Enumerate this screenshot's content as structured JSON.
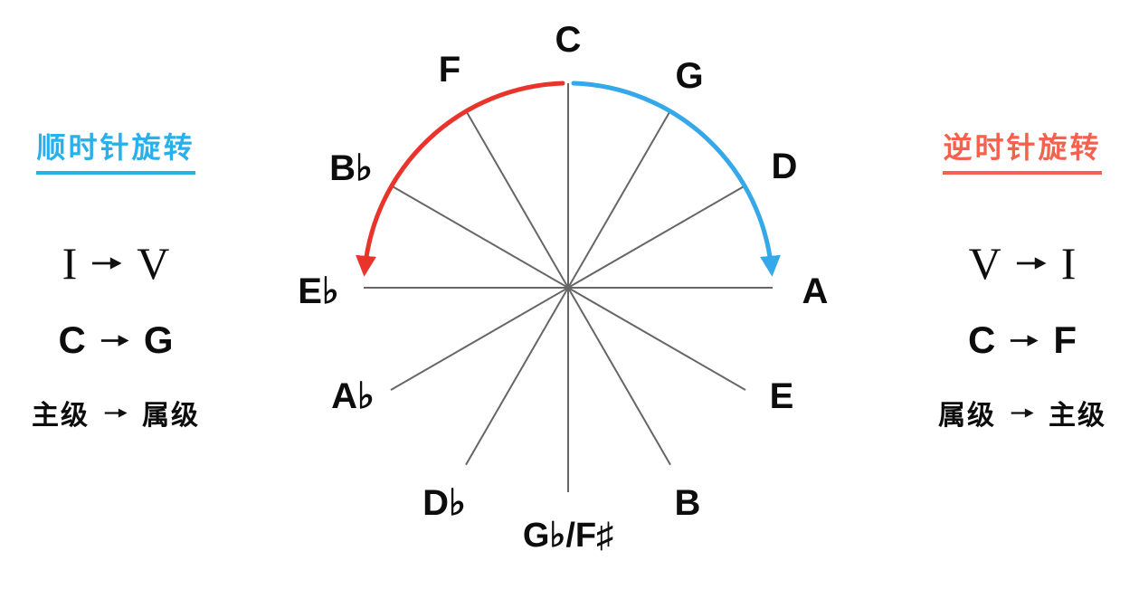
{
  "left_panel": {
    "heading": "顺时针旋转",
    "accent": "#29b0ea",
    "rows": [
      {
        "from": "I",
        "to": "V"
      },
      {
        "from": "C",
        "to": "G"
      },
      {
        "from": "主级",
        "to": "属级"
      }
    ]
  },
  "right_panel": {
    "heading": "逆时针旋转",
    "accent": "#f4614e",
    "rows": [
      {
        "from": "V",
        "to": "I"
      },
      {
        "from": "C",
        "to": "F"
      },
      {
        "from": "属级",
        "to": "主级"
      }
    ]
  },
  "wheel": {
    "spoke_color": "#666666",
    "clockwise_arc_color": "#35a8ea",
    "counterclockwise_arc_color": "#e8342b",
    "notes": [
      {
        "label": "C"
      },
      {
        "label": "G"
      },
      {
        "label": "D"
      },
      {
        "label": "A"
      },
      {
        "label": "E"
      },
      {
        "label": "B"
      },
      {
        "label": "G♭/F♯"
      },
      {
        "label": "D♭"
      },
      {
        "label": "A♭"
      },
      {
        "label": "E♭"
      },
      {
        "label": "B♭"
      },
      {
        "label": "F"
      }
    ]
  },
  "icons": {
    "right_arrow": "➤"
  }
}
